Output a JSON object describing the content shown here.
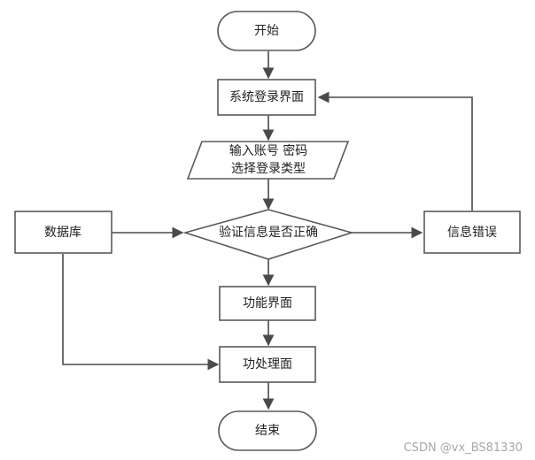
{
  "nodes": {
    "start": "开始",
    "login_page": "系统登录界面",
    "input_line1": "输入账号 密码",
    "input_line2": "选择登录类型",
    "verify": "验证信息是否正确",
    "database": "数据库",
    "error": "信息错误",
    "function_page": "功能界面",
    "process_page": "功处理面",
    "end": "结束"
  },
  "watermark": "CSDN @vx_BS81330"
}
